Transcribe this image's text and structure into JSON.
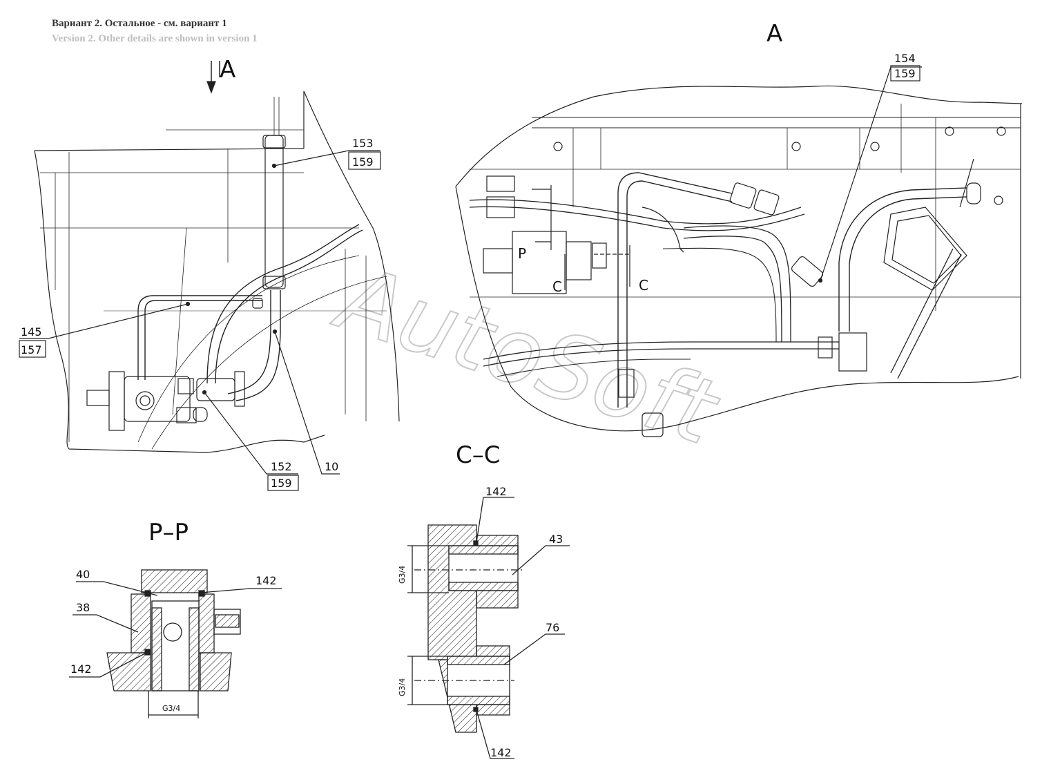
{
  "header": {
    "title_ru": "Вариант 2. Остальное - см. вариант 1",
    "title_en": "Version 2. Other details are shown in version 1"
  },
  "view_a_arrow": "A",
  "view_a_title": "A",
  "section_pp_title": "P–P",
  "section_cc_title": "C–C",
  "section_marks": {
    "p": "P",
    "c_left": "C",
    "c_right": "C"
  },
  "labels_left": {
    "l153": "153",
    "l159a": "159",
    "l145": "145",
    "l157": "157",
    "l152": "152",
    "l159b": "159",
    "l10": "10"
  },
  "labels_view_a": {
    "l154": "154",
    "l159": "159"
  },
  "labels_pp": {
    "l40": "40",
    "l38": "38",
    "l142a": "142",
    "l142b": "142",
    "dim": "G3/4"
  },
  "labels_cc": {
    "l142a": "142",
    "l43": "43",
    "l76": "76",
    "l142b": "142",
    "dim_top": "G3/4",
    "dim_bottom": "G3/4"
  },
  "watermark": "AutoSoft"
}
